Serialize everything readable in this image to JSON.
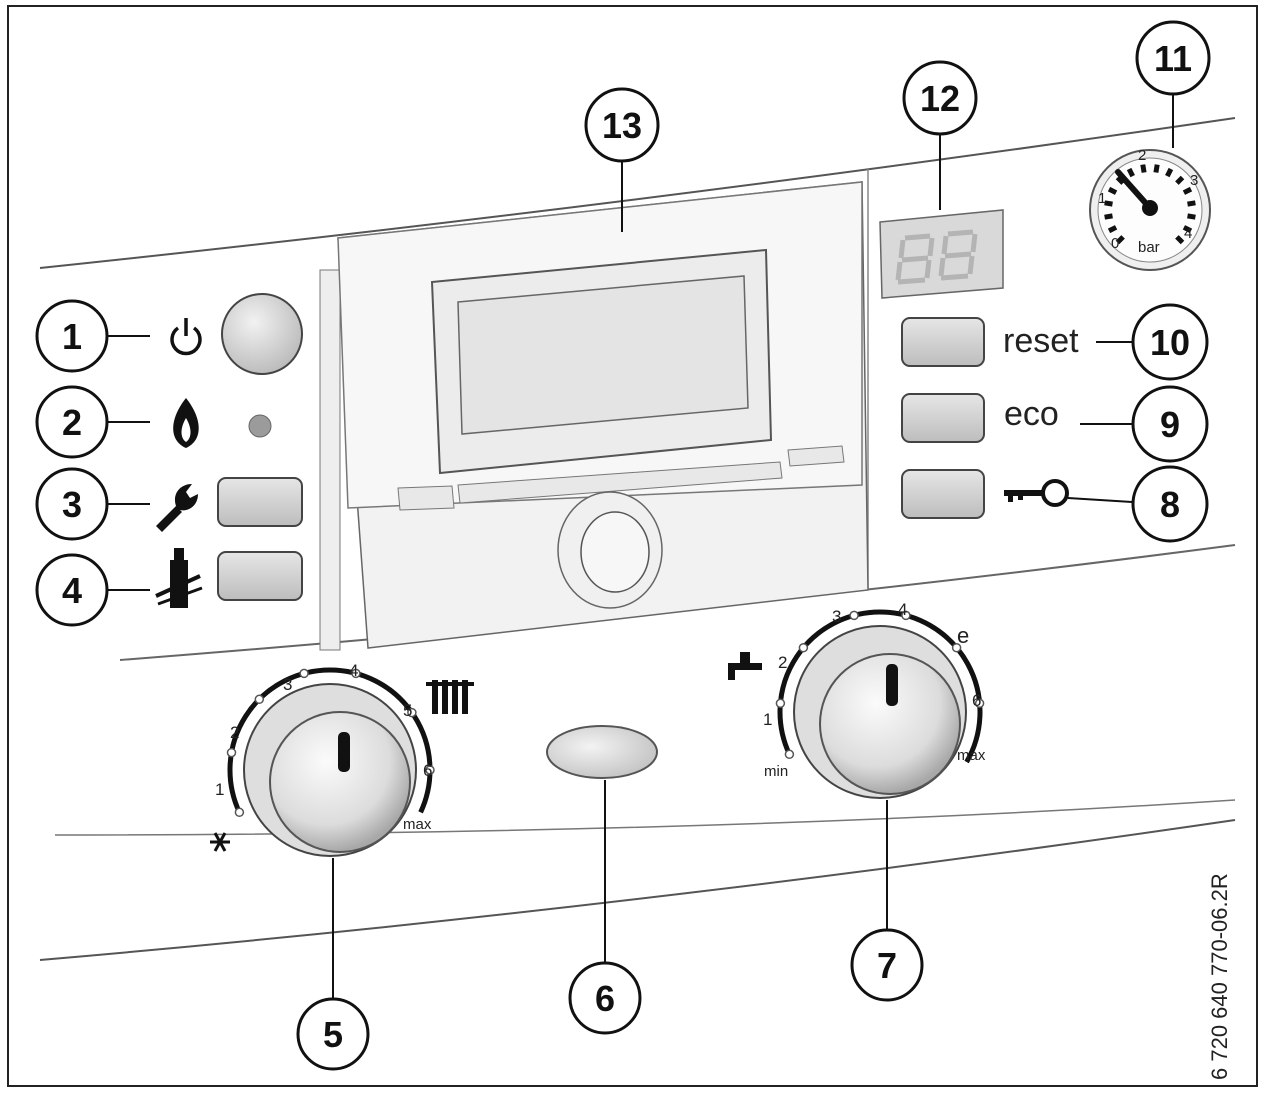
{
  "callouts": {
    "c1": "1",
    "c2": "2",
    "c3": "3",
    "c4": "4",
    "c5": "5",
    "c6": "6",
    "c7": "7",
    "c8": "8",
    "c9": "9",
    "c10": "10",
    "c11": "11",
    "c12": "12",
    "c13": "13"
  },
  "buttons": {
    "reset": "reset",
    "eco": "eco"
  },
  "heating_dial": {
    "ticks": [
      "1",
      "2",
      "3",
      "4",
      "5",
      "6"
    ],
    "max": "max"
  },
  "water_dial": {
    "ticks": [
      "1",
      "2",
      "3",
      "4",
      "e",
      "6"
    ],
    "min": "min",
    "max": "max"
  },
  "pressure_gauge": {
    "ticks": [
      "0",
      "1",
      "2",
      "3",
      "4"
    ],
    "unit": "bar"
  },
  "figure_code": "6 720 640 770-06.2R",
  "icons": [
    "power-icon",
    "flame-icon",
    "wrench-icon",
    "chimney-sweep-icon",
    "radiator-icon",
    "tap-icon",
    "frost-icon",
    "key-icon"
  ]
}
